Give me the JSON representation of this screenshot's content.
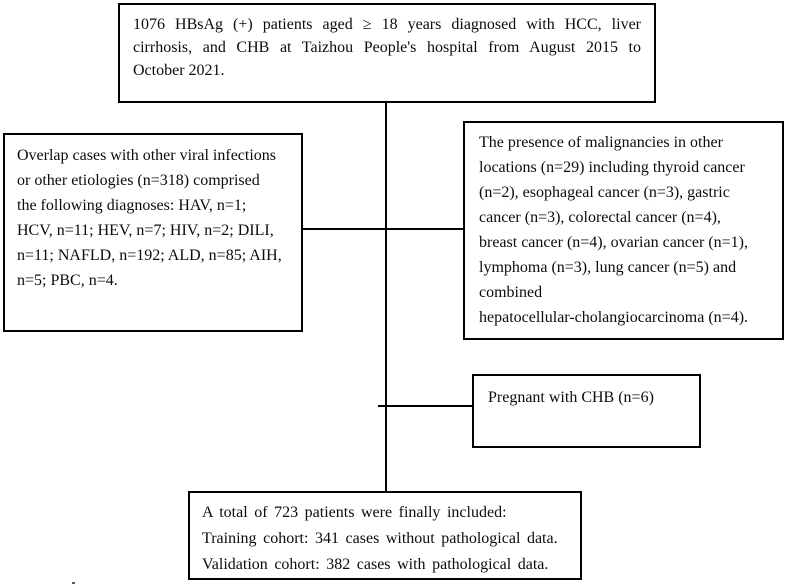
{
  "figure": {
    "type": "patient-selection-flowchart",
    "colors": {
      "border": "#000000",
      "text": "#0c0c0c",
      "background": "#ffffff"
    },
    "boxes": {
      "initial_cohort": {
        "lines": [
          "1076 HBsAg (+) patients aged ≥ 18 years diagnosed with HCC, liver",
          "cirrhosis, and CHB at Taizhou People's hospital from August 2015 to",
          "October 2021."
        ]
      },
      "exclusion_overlap": {
        "lines": [
          "Overlap cases with other viral infections",
          "or other etiologies (n=318) comprised",
          "the following diagnoses: HAV, n=1;",
          "HCV, n=11; HEV, n=7; HIV, n=2; DILI,",
          "n=11; NAFLD, n=192; ALD, n=85; AIH,",
          "n=5; PBC, n=4."
        ]
      },
      "exclusion_malignancies": {
        "lines": [
          "The presence of malignancies in other",
          "locations (n=29) including thyroid cancer",
          "(n=2), esophageal cancer (n=3), gastric",
          "cancer (n=3), colorectal cancer (n=4),",
          "breast cancer (n=4), ovarian cancer (n=1),",
          "lymphoma (n=3), lung cancer (n=5) and",
          "combined",
          "hepatocellular-cholangiocarcinoma (n=4)."
        ]
      },
      "exclusion_pregnant": {
        "lines": [
          "Pregnant with CHB (n=6)"
        ]
      },
      "final_cohort": {
        "lines": [
          "A total of 723 patients were finally included:",
          "Training cohort: 341 cases without pathological data.",
          "Validation cohort: 382 cases with pathological data."
        ]
      }
    }
  }
}
